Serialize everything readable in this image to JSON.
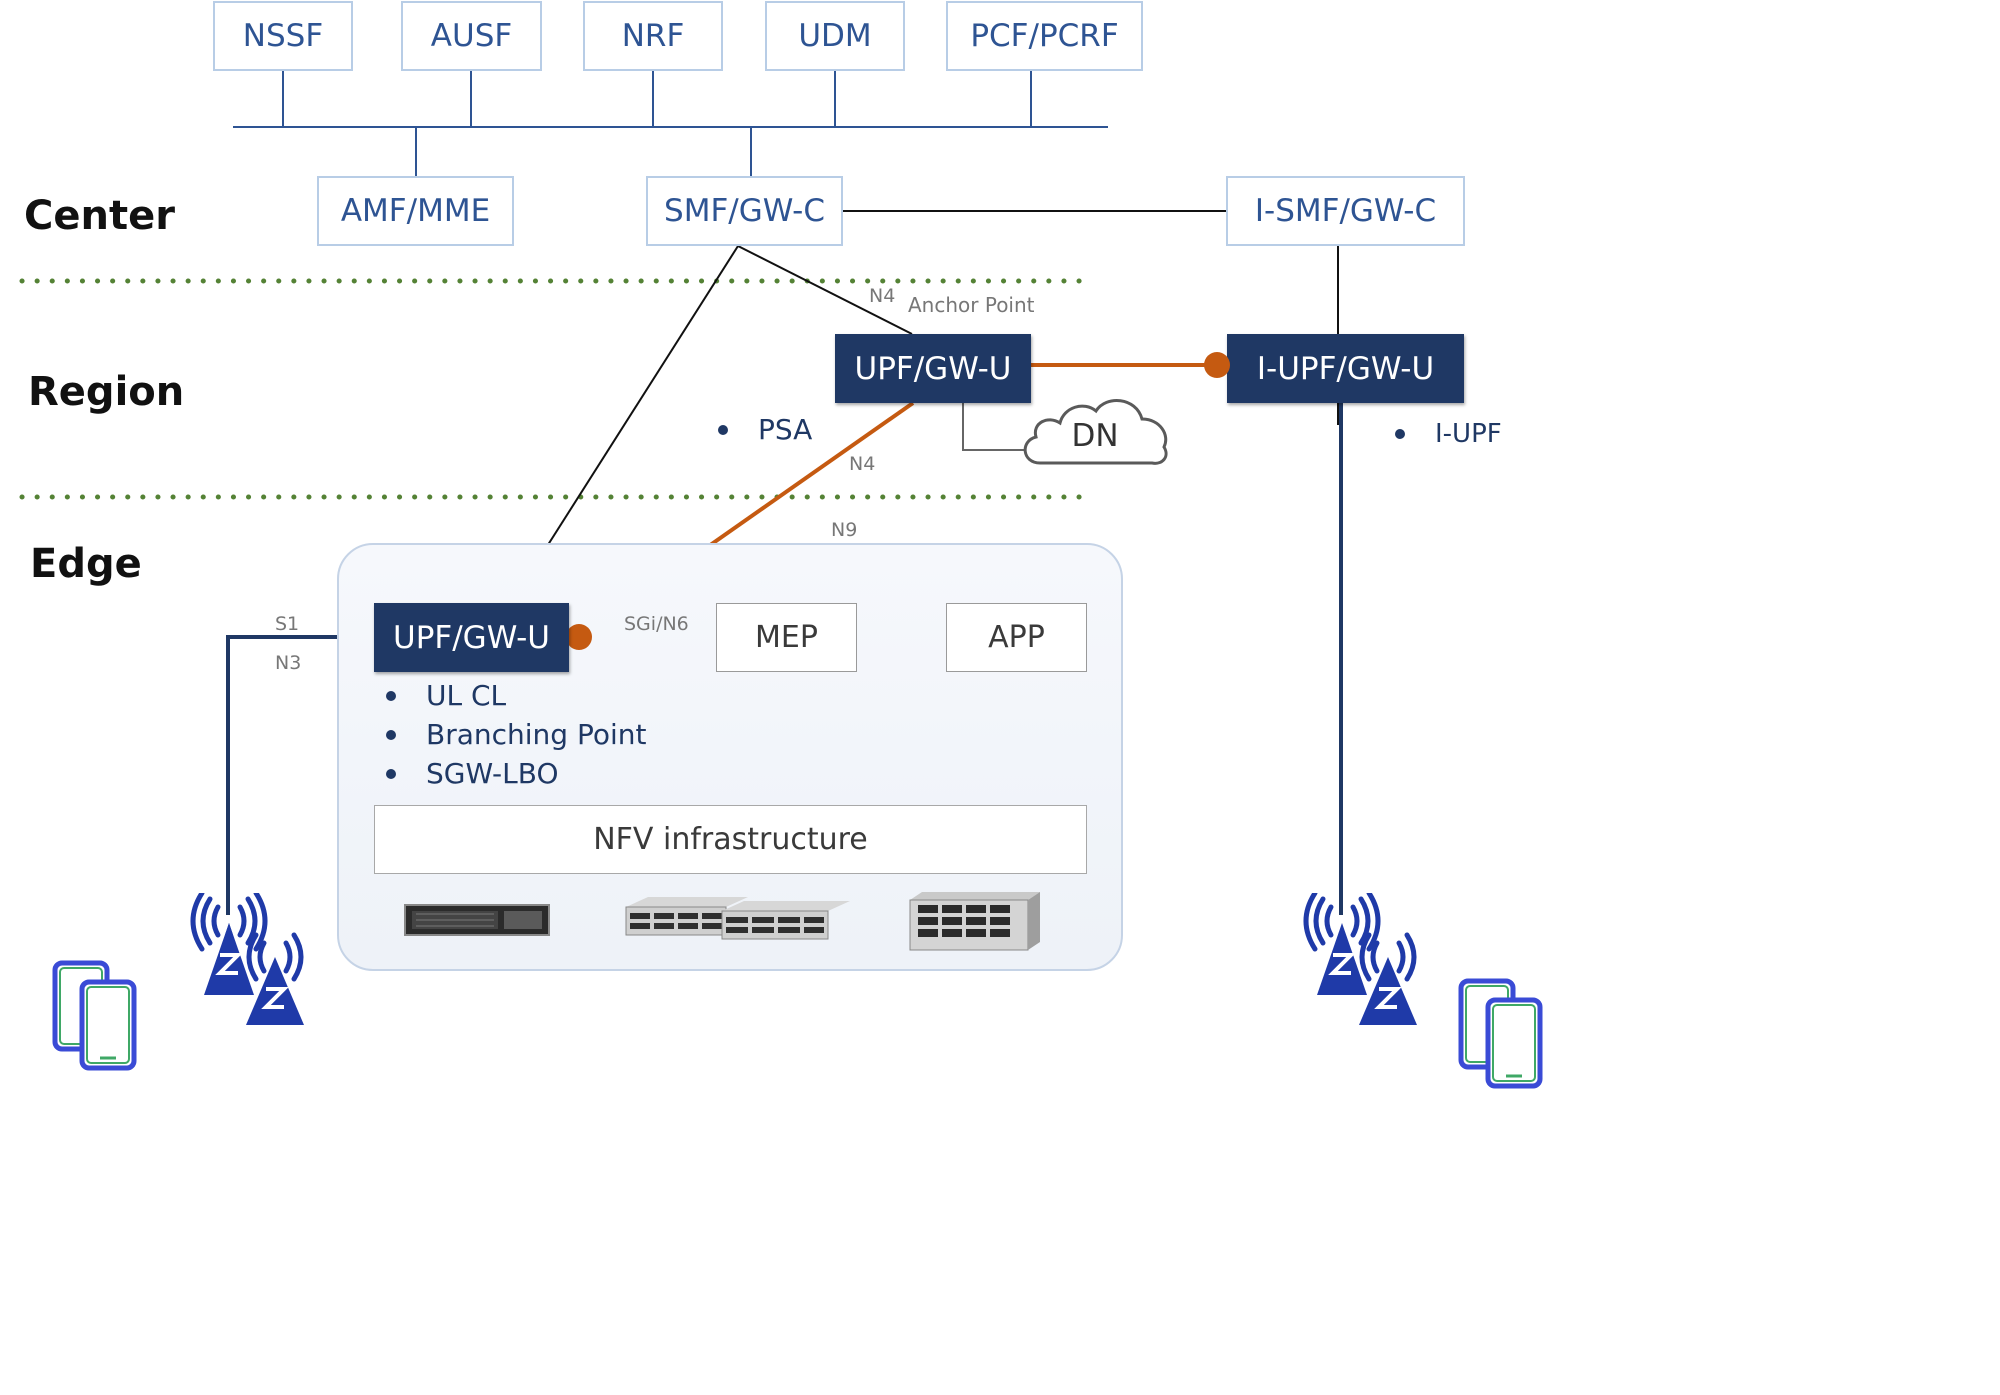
{
  "zones": {
    "center": "Center",
    "region": "Region",
    "edge": "Edge"
  },
  "core_functions": {
    "nssf": "NSSF",
    "ausf": "AUSF",
    "nrf": "NRF",
    "udm": "UDM",
    "pcf": "PCF/PCRF",
    "amf": "AMF/MME",
    "smf": "SMF/GW-C",
    "ismf": "I-SMF/GW-C"
  },
  "region": {
    "upf": "UPF/GW-U",
    "iupf": "I-UPF/GW-U",
    "dn": "DN",
    "anchor_point": "Anchor Point",
    "psa": "PSA",
    "iupf_note": "I-UPF"
  },
  "edge": {
    "upf": "UPF/GW-U",
    "mep": "MEP",
    "app": "APP",
    "nfv": "NFV infrastructure",
    "bullets": [
      "UL CL",
      "Branching Point",
      "SGW-LBO"
    ]
  },
  "interfaces": {
    "n4_top": "N4",
    "n4_mid": "N4",
    "n9": "N9",
    "sgi": "SGi/N6",
    "s1": "S1",
    "n3": "N3"
  },
  "icons": {
    "left_tower": "cell-tower-icon",
    "right_tower": "cell-tower-icon",
    "left_phones": "smartphone-icon",
    "right_phones": "smartphone-icon",
    "servers": [
      "rack-server-icon",
      "rack-server-pair-icon",
      "storage-server-icon"
    ],
    "cloud": "cloud-icon"
  },
  "colors": {
    "dark_box": "#1f3864",
    "light_box_border": "#b8cde6",
    "light_box_text": "#2e5493",
    "orange_link": "#c55a11",
    "zone_divider": "#548235",
    "tower": "#1f3aa8",
    "phone_outer": "#3a4bd6",
    "phone_inner": "#3fa866"
  }
}
